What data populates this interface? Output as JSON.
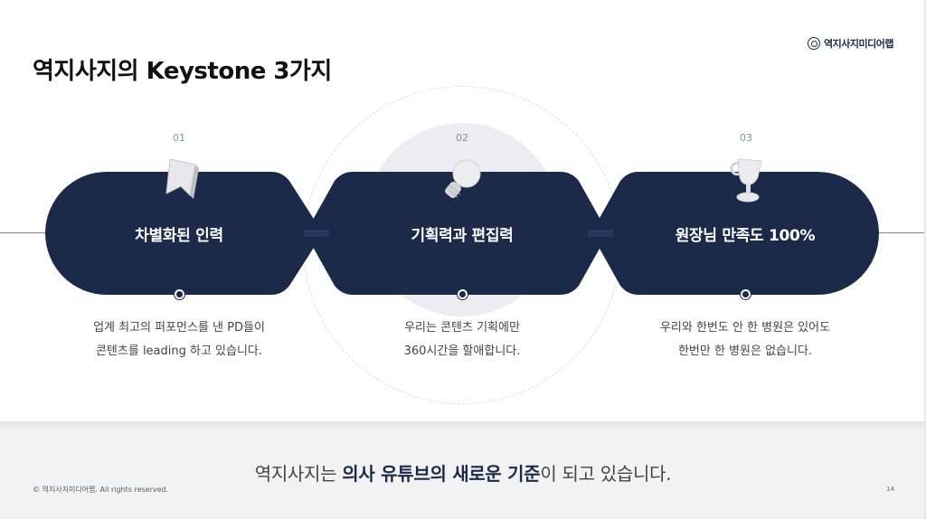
{
  "slide": {
    "title": "역지사지의 Keystone 3가지",
    "brand": {
      "icon": "logo-icon",
      "label": "역지사지미디어랩"
    },
    "colors": {
      "navy": "#1c2a4a",
      "light_circle": "#ececf2",
      "footer_bg": "#f2f2f3",
      "number_gray": "#8a8f9c"
    },
    "items": [
      {
        "number": "01",
        "title": "차별화된 인력",
        "icon": "bookmark-icon",
        "desc_line1": "업계 최고의 퍼포먼스를 낸 PD들이",
        "desc_line2": "콘텐츠를 leading 하고 있습니다."
      },
      {
        "number": "02",
        "title": "기획력과 편집력",
        "icon": "lightbulb-icon",
        "desc_line1": "우리는 콘텐츠 기획에만",
        "desc_line2": "360시간을 할애합니다."
      },
      {
        "number": "03",
        "title": "원장님 만족도 100%",
        "icon": "trophy-icon",
        "desc_line1": "우리와 한번도 안 한 병원은 있어도",
        "desc_line2": "한번만 한 병원은 없습니다."
      }
    ],
    "footer": {
      "tagline_pre": "역지사지는 ",
      "tagline_bold": "의사 유튜브의 새로운 기준",
      "tagline_post": "이 되고 있습니다.",
      "copyright": "© 역지사지미디어랩. All rights reserved.",
      "page_number": "14"
    }
  }
}
